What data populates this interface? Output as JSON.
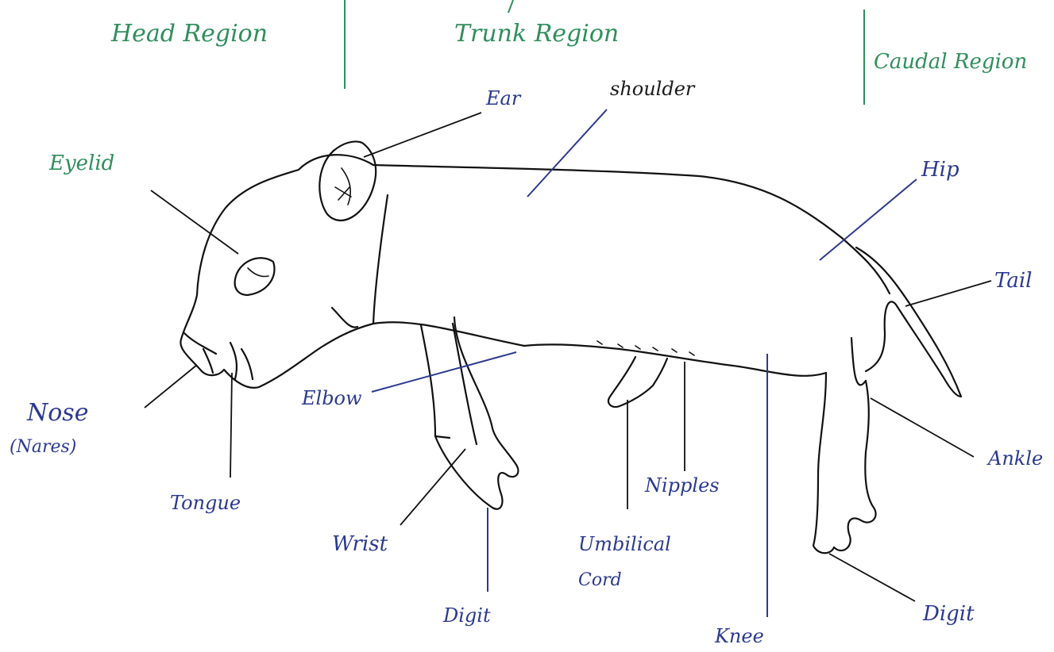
{
  "regions": {
    "head": "Head Region",
    "trunk": "Trunk Region",
    "caudal": "Caudal Region"
  },
  "labels": {
    "eyelid": "Eyelid",
    "ear": "Ear",
    "shoulder": "shoulder",
    "hip": "Hip",
    "tail": "Tail",
    "nose": "Nose",
    "nares": "(Nares)",
    "tongue": "Tongue",
    "elbow": "Elbow",
    "wrist": "Wrist",
    "digit_front": "Digit",
    "umbilical_1": "Umbilical",
    "umbilical_2": "Cord",
    "nipples": "Nipples",
    "knee": "Knee",
    "ankle": "Ankle",
    "digit_hind": "Digit"
  },
  "colors": {
    "region_text": "#2f8f5b",
    "blue_label": "#2b3990",
    "black_label": "#1b1b1b"
  }
}
